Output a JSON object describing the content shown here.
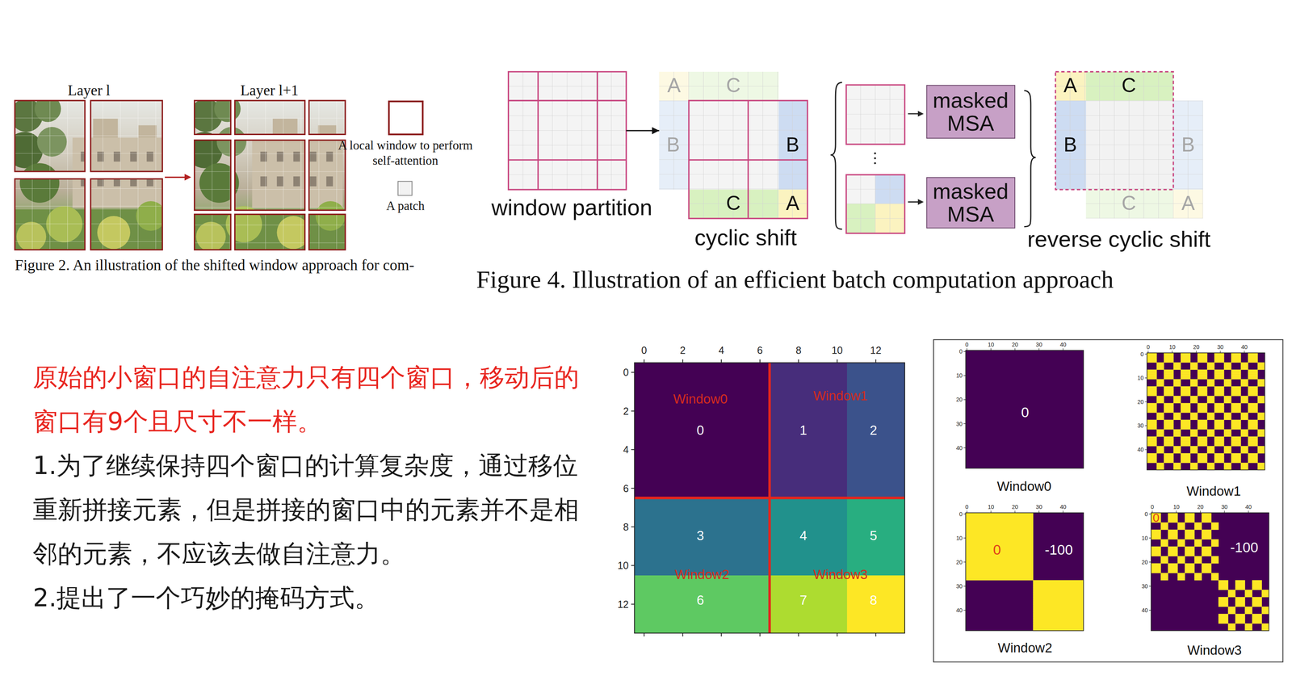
{
  "diagram": {
    "nodes": [
      {
        "text": [
          "window partition"
        ]
      },
      {
        "text": [
          "cyclic shift"
        ]
      },
      {
        "text": [
          "masked MSA"
        ]
      },
      {
        "text": [
          "masked MSA"
        ]
      },
      {
        "text": [
          "reverse cyclic shift"
        ]
      }
    ],
    "edges": [
      {
        "from": 0,
        "to": 1,
        "arrow": "to"
      }
    ],
    "labels": [
      "Layer l",
      "Layer l+1",
      "Figure 2. An illustration of the shifted window approach for com-",
      "A",
      "C",
      "B",
      "B",
      "C",
      "A",
      "A",
      "C",
      "B",
      "B",
      "C",
      "A",
      "Figure 4. Illustration of an efficient batch computation approach",
      "原始的小窗口的自注意力只有四个窗口，移动后的窗口有9个且尺寸不一样。",
      "1.为了继续保持四个窗口的计算复杂度，通过移位重新拼接元素，但是拼接的窗口中的元素并不是相邻的元素，不应该去做自注意力。",
      "2.提出了一个巧妙的掩码方式。",
      "0",
      "2",
      "4",
      "6",
      "8",
      "10",
      "12",
      "0",
      "2",
      "4",
      "6",
      "8",
      "10",
      "12",
      "Window0",
      "Window1",
      "Window2",
      "Window3",
      "0",
      "1",
      "2",
      "3",
      "4",
      "5",
      "6",
      "7",
      "8",
      "Window0",
      "0",
      "10",
      "20",
      "30",
      "40",
      "0",
      "10",
      "20",
      "30",
      "40",
      "0",
      "Window1",
      "0",
      "10",
      "20",
      "30",
      "40",
      "0",
      "10",
      "20",
      "30",
      "40",
      "Window2",
      "0",
      "10",
      "20",
      "30",
      "40",
      "0",
      "10",
      "20",
      "30",
      "40",
      "0",
      "-100",
      "Window3",
      "0",
      "10",
      "20",
      "30",
      "40",
      "0",
      "10",
      "20",
      "30",
      "40",
      "0",
      "-100"
    ],
    "legend": [
      {
        "text": "A local window to perform self-attention"
      },
      {
        "text": "A patch"
      }
    ]
  }
}
